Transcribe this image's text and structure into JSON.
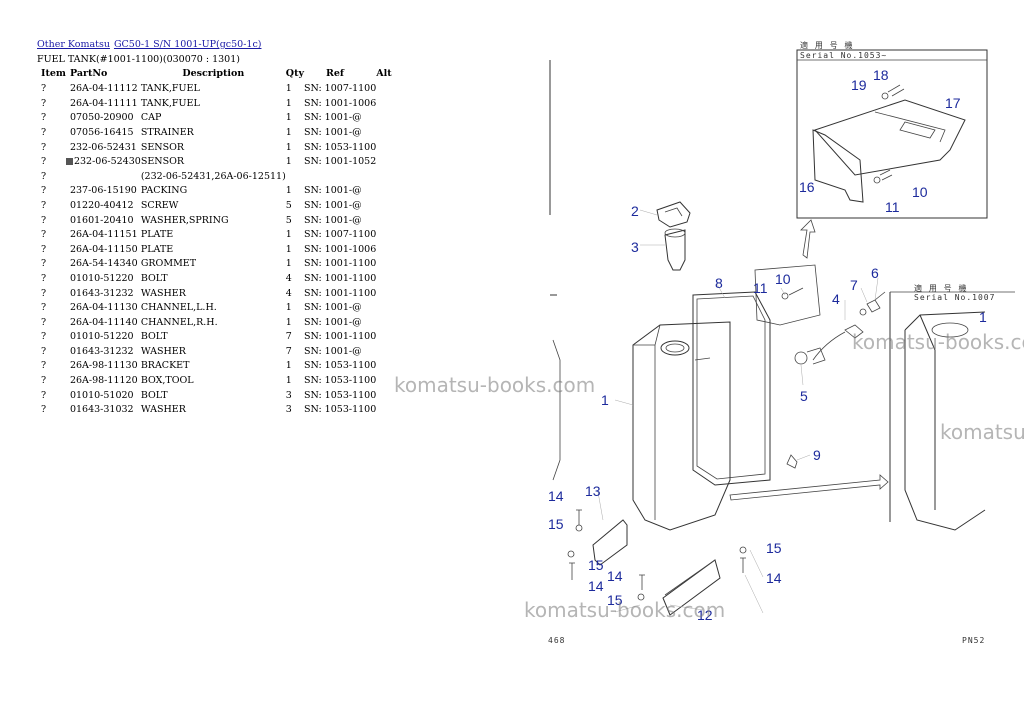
{
  "breadcrumb": {
    "link1": "Other Komatsu",
    "link2": "GC50-1 S/N 1001-UP(gc50-1c)"
  },
  "subtitle": "FUEL TANK(#1001-1100)(030070 : 1301)",
  "columns": [
    "Item",
    "PartNo",
    "Description",
    "Qty",
    "Ref",
    "Alt"
  ],
  "rows": [
    {
      "item": "?",
      "part": "26A-04-11112",
      "desc": "TANK,FUEL",
      "qty": "1",
      "ref": "SN: 1007-1100",
      "mark": false
    },
    {
      "item": "?",
      "part": "26A-04-11111",
      "desc": "TANK,FUEL",
      "qty": "1",
      "ref": "SN: 1001-1006",
      "mark": false
    },
    {
      "item": "?",
      "part": "07050-20900",
      "desc": "CAP",
      "qty": "1",
      "ref": "SN: 1001-@",
      "mark": false
    },
    {
      "item": "?",
      "part": "07056-16415",
      "desc": "STRAINER",
      "qty": "1",
      "ref": "SN: 1001-@",
      "mark": false
    },
    {
      "item": "?",
      "part": "232-06-52431",
      "desc": "SENSOR",
      "qty": "1",
      "ref": "SN: 1053-1100",
      "mark": false
    },
    {
      "item": "?",
      "part": "232-06-52430",
      "desc": "SENSOR",
      "qty": "1",
      "ref": "SN: 1001-1052",
      "mark": true
    },
    {
      "item": "?",
      "part": "",
      "desc": "(232-06-52431,26A-06-12511)",
      "qty": "",
      "ref": "",
      "mark": false
    },
    {
      "item": "?",
      "part": "237-06-15190",
      "desc": "PACKING",
      "qty": "1",
      "ref": "SN: 1001-@",
      "mark": false
    },
    {
      "item": "?",
      "part": "01220-40412",
      "desc": "SCREW",
      "qty": "5",
      "ref": "SN: 1001-@",
      "mark": false
    },
    {
      "item": "?",
      "part": "01601-20410",
      "desc": "WASHER,SPRING",
      "qty": "5",
      "ref": "SN: 1001-@",
      "mark": false
    },
    {
      "item": "?",
      "part": "26A-04-11151",
      "desc": "PLATE",
      "qty": "1",
      "ref": "SN: 1007-1100",
      "mark": false
    },
    {
      "item": "?",
      "part": "26A-04-11150",
      "desc": "PLATE",
      "qty": "1",
      "ref": "SN: 1001-1006",
      "mark": false
    },
    {
      "item": "?",
      "part": "26A-54-14340",
      "desc": "GROMMET",
      "qty": "1",
      "ref": "SN: 1001-1100",
      "mark": false
    },
    {
      "item": "?",
      "part": "01010-51220",
      "desc": "BOLT",
      "qty": "4",
      "ref": "SN: 1001-1100",
      "mark": false
    },
    {
      "item": "?",
      "part": "01643-31232",
      "desc": "WASHER",
      "qty": "4",
      "ref": "SN: 1001-1100",
      "mark": false
    },
    {
      "item": "?",
      "part": "26A-04-11130",
      "desc": "CHANNEL,L.H.",
      "qty": "1",
      "ref": "SN: 1001-@",
      "mark": false
    },
    {
      "item": "?",
      "part": "26A-04-11140",
      "desc": "CHANNEL,R.H.",
      "qty": "1",
      "ref": "SN: 1001-@",
      "mark": false
    },
    {
      "item": "?",
      "part": "01010-51220",
      "desc": "BOLT",
      "qty": "7",
      "ref": "SN: 1001-1100",
      "mark": false
    },
    {
      "item": "?",
      "part": "01643-31232",
      "desc": "WASHER",
      "qty": "7",
      "ref": "SN: 1001-@",
      "mark": false
    },
    {
      "item": "?",
      "part": "26A-98-11130",
      "desc": "BRACKET",
      "qty": "1",
      "ref": "SN: 1053-1100",
      "mark": false
    },
    {
      "item": "?",
      "part": "26A-98-11120",
      "desc": "BOX,TOOL",
      "qty": "1",
      "ref": "SN: 1053-1100",
      "mark": false
    },
    {
      "item": "?",
      "part": "01010-51020",
      "desc": "BOLT",
      "qty": "3",
      "ref": "SN: 1053-1100",
      "mark": false
    },
    {
      "item": "?",
      "part": "01643-31032",
      "desc": "WASHER",
      "qty": "3",
      "ref": "SN: 1053-1100",
      "mark": false
    }
  ],
  "diagram": {
    "serial_top": "Serial No.1053~",
    "serial_top_jp": "適 用 号 機",
    "serial_right": "Serial No.1007",
    "serial_right_jp": "適 用 号 機",
    "page_left": "468",
    "page_right": "PN52",
    "callouts": [
      "1",
      "2",
      "3",
      "4",
      "5",
      "6",
      "7",
      "8",
      "9",
      "10",
      "11",
      "12",
      "13",
      "14",
      "15",
      "16",
      "17",
      "18",
      "19"
    ],
    "watermark": "komatsu-books.com"
  }
}
